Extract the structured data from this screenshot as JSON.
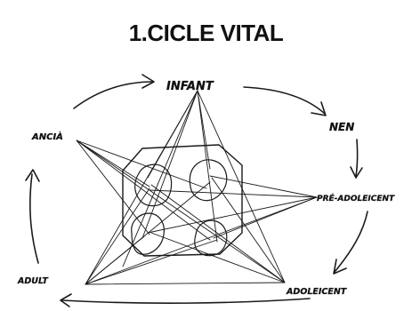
{
  "title": "1.CICLE VITAL",
  "stages": {
    "infant": "INFANT",
    "nen": "NEN",
    "pre_adolescent": "PRÉ-ADOLEICENT",
    "adolescent": "ADOLEICENT",
    "adult": "ADULT",
    "ancia": "ANCIÀ"
  },
  "colors": {
    "ink": "#1a1a1a",
    "background": "#ffffff"
  }
}
